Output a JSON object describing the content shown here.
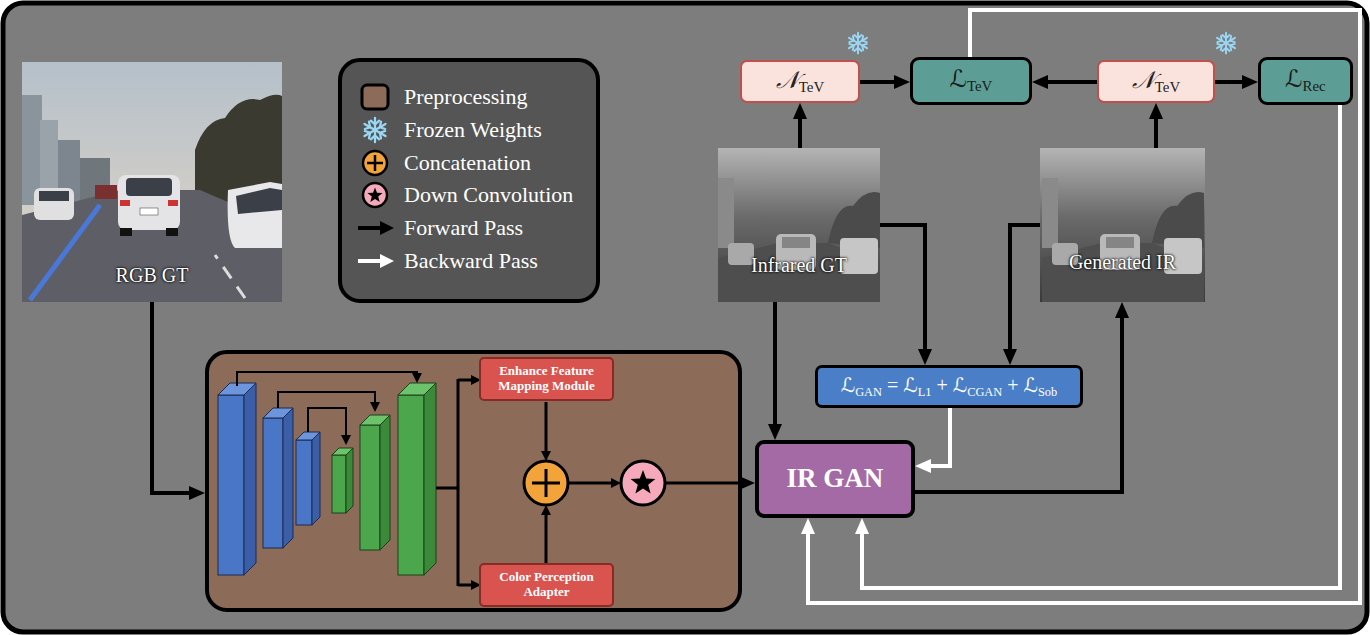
{
  "diagram": {
    "nodes": [
      {
        "text": [
          "𝒩TeV"
        ]
      },
      {
        "text": [
          "ℒTeV"
        ]
      },
      {
        "text": [
          "𝒩TeV"
        ]
      },
      {
        "text": [
          "ℒRec"
        ]
      },
      {
        "text": [
          "RGB GT"
        ]
      },
      {
        "text": [
          "Infrared GT"
        ]
      },
      {
        "text": [
          "Generated IR"
        ]
      },
      {
        "text": [
          "ℒGAN = ℒL1 + ℒCGAN + ℒSob"
        ]
      },
      {
        "text": []
      },
      {
        "text": [
          "Enhance Feature Mapping Module"
        ],
        "in": 8
      },
      {
        "text": [
          "Color Perception Adapter"
        ],
        "in": 8
      },
      {
        "text": [
          "IR GAN"
        ]
      }
    ],
    "edges": [
      {
        "from": 4,
        "to": 8,
        "arrow": "to"
      },
      {
        "from": 8,
        "to": 11,
        "arrow": "to"
      },
      {
        "from": 5,
        "to": 0,
        "arrow": "to"
      },
      {
        "from": 0,
        "to": 1,
        "arrow": "to"
      },
      {
        "from": 2,
        "to": 1,
        "arrow": "to"
      },
      {
        "from": 6,
        "to": 2,
        "arrow": "to"
      },
      {
        "from": 2,
        "to": 3,
        "arrow": "to"
      },
      {
        "from": 5,
        "to": 7,
        "arrow": "to"
      },
      {
        "from": 6,
        "to": 7,
        "arrow": "to"
      },
      {
        "from": 5,
        "to": 11,
        "arrow": "to"
      },
      {
        "from": 11,
        "to": 6,
        "arrow": "to"
      },
      {
        "from": 7,
        "to": 11,
        "arrow": "to"
      },
      {
        "from": 3,
        "to": 11,
        "arrow": "to"
      },
      {
        "from": 1,
        "to": 11,
        "arrow": "to"
      }
    ],
    "legend": [
      {
        "text": "Preprocessing",
        "color": "#8c6b59"
      },
      {
        "text": "Frozen Weights"
      },
      {
        "text": "Concatenation"
      },
      {
        "text": "Down Convolution"
      },
      {
        "text": "Forward Pass"
      },
      {
        "text": "Backward Pass"
      }
    ]
  }
}
